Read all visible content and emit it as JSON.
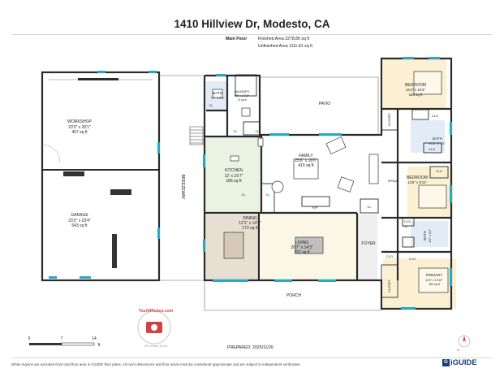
{
  "header": {
    "title": "1410 Hillview Dr, Modesto, CA"
  },
  "floor": {
    "name": "Main Floor",
    "finished": "Finished Area 2278.80 sq ft",
    "unfinished": "Unfinished Area 1111.81 sq ft"
  },
  "rooms": {
    "workshop": {
      "name": "WORKSHOP",
      "dims": "23'3\" x 20'1\"",
      "area": "467 sq ft"
    },
    "garage": {
      "name": "GARAGE",
      "dims": "23'3\" x 23'4\"",
      "area": "543 sq ft"
    },
    "breezeway": "BREEZEWAY",
    "bath1": {
      "name": "BATH",
      "dims": "7'6\" x 6'8\""
    },
    "laundry": {
      "name": "LAUNDRY",
      "dims": "9'5\" x 12'11\"",
      "area": "74 sq ft"
    },
    "kitchen": {
      "name": "KITCHEN",
      "dims": "12' x 15'7\"",
      "area": "186 sq ft"
    },
    "family": {
      "name": "FAMILY",
      "dims": "25'6\" x 16'6\"",
      "area": "415 sq ft"
    },
    "dining": {
      "name": "DINING",
      "dims": "12'1\" x 14'3\"",
      "area": "172 sq ft"
    },
    "living": {
      "name": "LIVING",
      "dims": "20'7\" x 14'3\"",
      "area": "292 sq ft"
    },
    "foyer": "FOYER",
    "patio": "PATIO",
    "porch": "PORCH",
    "fp": "F/P",
    "bedroom1": {
      "name": "BEDROOM",
      "dims": "15'4\" x 10'3\"",
      "area": "156 sq ft"
    },
    "bedroom2": {
      "name": "BEDROOM",
      "dims": "13'5\" x 9'11\""
    },
    "bath2": {
      "name": "BATH",
      "dims": "8'11\" x 7'2\""
    },
    "bath3": {
      "name": "BATH",
      "dims": "8'2\" x 6'2\""
    },
    "primary": {
      "name": "PRIMARY",
      "dims": "11'9\" x 12'10\"",
      "area": "160 sq ft"
    },
    "hall": "HALL",
    "closet": "CLOSET",
    "clo": "CLO",
    "cl": "CL"
  },
  "scale": {
    "t0": "0",
    "t1": "7",
    "t2": "14",
    "unit": "ft"
  },
  "watermark": {
    "top": "TourItPhotos.com",
    "bottom": "3D Virtual Tours"
  },
  "prepared": "PREPARED: 2025/11/20",
  "footer": "White regions are excluded from total floor area in iGUIDE floor plans. All room dimensions and floor areas must be considered approximate and are subject to independent verification.",
  "brand": {
    "icon": "G",
    "name": "iGUIDE"
  },
  "colors": {
    "wall": "#2b2b2b",
    "window": "#2aa6c7",
    "kitchen": "#eaf3e1",
    "dining": "#e8dfd3",
    "living": "#fbf7e4",
    "bedroom": "#fbf1d2",
    "bath": "#e2ecf6",
    "foyer": "#eeeeee"
  }
}
